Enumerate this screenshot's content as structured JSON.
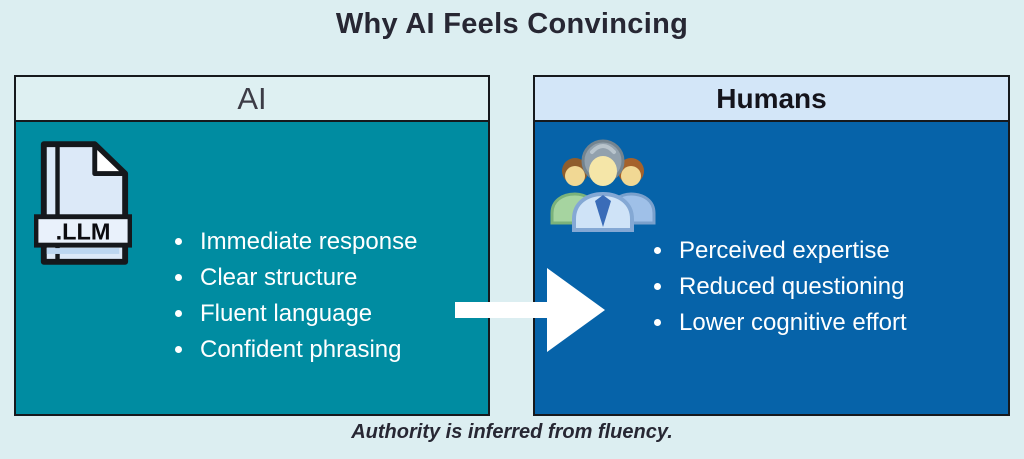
{
  "title": "Why AI Feels Convincing",
  "caption": "Authority is inferred from fluency.",
  "panels": {
    "ai": {
      "header": "AI",
      "icon": "llm-file-icon",
      "icon_label": ".LLM",
      "bullets": [
        "Immediate response",
        "Clear structure",
        "Fluent language",
        "Confident phrasing"
      ]
    },
    "humans": {
      "header": "Humans",
      "icon": "people-group-icon",
      "bullets": [
        "Perceived expertise",
        "Reduced questioning",
        "Lower cognitive effort"
      ]
    }
  },
  "arrow": {
    "direction": "right",
    "color": "#ffffff"
  },
  "colors": {
    "background": "#dceef1",
    "panel_border": "#16191d",
    "ai_header_bg": "#def0f2",
    "ai_body_bg": "#008ca1",
    "humans_header_bg": "#d3e6f8",
    "humans_body_bg": "#0663a9",
    "bullet_text": "#ffffff",
    "title_text": "#272733"
  }
}
